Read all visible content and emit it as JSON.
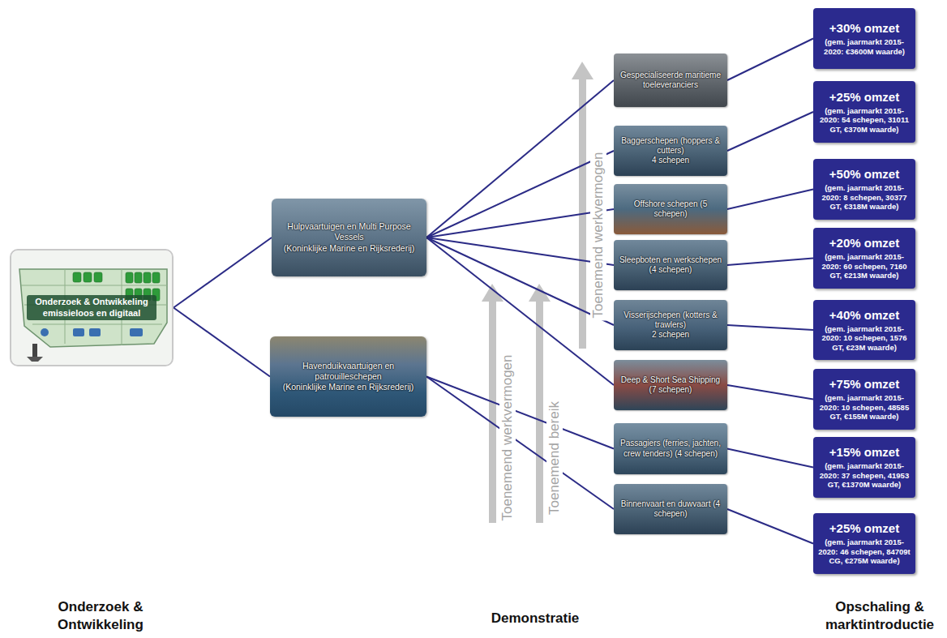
{
  "diagram": {
    "nodes": [
      {
        "text": [
          "Onderzoek & Ontwikkeling emissieloos en digitaal"
        ]
      },
      {
        "text": [
          "Hulpvaartuigen en Multi Purpose Vessels",
          "(Koninklijke Marine en Rijksrederij)"
        ]
      },
      {
        "text": [
          "Havenduikvaartuigen en patrouilleschepen",
          "(Koninklijke Marine en Rijksrederij)"
        ]
      },
      {
        "text": [
          "Gespecialiseerde maritieme toeleveranciers"
        ]
      },
      {
        "text": [
          "Baggerschepen (hoppers & cutters)",
          "4 schepen"
        ]
      },
      {
        "text": [
          "Offshore schepen (5 schepen)"
        ]
      },
      {
        "text": [
          "Sleepboten en werkschepen (4 schepen)"
        ]
      },
      {
        "text": [
          "Visserijschepen (kotters & trawlers)",
          "2 schepen"
        ]
      },
      {
        "text": [
          "Deep & Short Sea Shipping (7 schepen)"
        ]
      },
      {
        "text": [
          "Passagiers (ferries, jachten, crew tenders) (4 schepen)"
        ]
      },
      {
        "text": [
          "Binnenvaart en duwvaart (4 schepen)"
        ]
      },
      {
        "text": [
          "+30% omzet",
          "(gem. jaarmarkt 2015-2020: €3600M waarde)"
        ]
      },
      {
        "text": [
          "+25% omzet",
          "(gem. jaarmarkt 2015-2020: 54 schepen, 31011 GT, €370M waarde)"
        ]
      },
      {
        "text": [
          "+50% omzet",
          "(gem. jaarmarkt 2015-2020: 8 schepen, 30377 GT, €318M waarde)"
        ]
      },
      {
        "text": [
          "+20% omzet",
          "(gem. jaarmarkt 2015-2020: 60 schepen, 7160 GT, €213M waarde)"
        ]
      },
      {
        "text": [
          "+40% omzet",
          "(gem. jaarmarkt 2015-2020: 10 schepen, 1576 GT, €23M waarde)"
        ]
      },
      {
        "text": [
          "+75% omzet",
          "(gem. jaarmarkt 2015-2020: 10 schepen, 48585 GT, €155M waarde)"
        ]
      },
      {
        "text": [
          "+15% omzet",
          "(gem. jaarmarkt 2015-2020: 37 schepen, 41953 GT, €1370M waarde)"
        ]
      },
      {
        "text": [
          "+25% omzet",
          "(gem. jaarmarkt 2015-2020: 46 schepen, 84709t CG, €275M waarde)"
        ]
      }
    ],
    "edges": [
      {
        "from": 0,
        "to": 1,
        "arrow": "none"
      },
      {
        "from": 0,
        "to": 2,
        "arrow": "none"
      },
      {
        "from": 1,
        "to": 3,
        "arrow": "none"
      },
      {
        "from": 1,
        "to": 4,
        "arrow": "none"
      },
      {
        "from": 1,
        "to": 5,
        "arrow": "none"
      },
      {
        "from": 1,
        "to": 6,
        "arrow": "none"
      },
      {
        "from": 1,
        "to": 7,
        "arrow": "none"
      },
      {
        "from": 1,
        "to": 8,
        "arrow": "none"
      },
      {
        "from": 2,
        "to": 9,
        "arrow": "none"
      },
      {
        "from": 2,
        "to": 10,
        "arrow": "none"
      },
      {
        "from": 3,
        "to": 11,
        "arrow": "none"
      },
      {
        "from": 4,
        "to": 12,
        "arrow": "none"
      },
      {
        "from": 5,
        "to": 13,
        "arrow": "none"
      },
      {
        "from": 6,
        "to": 14,
        "arrow": "none"
      },
      {
        "from": 7,
        "to": 15,
        "arrow": "none"
      },
      {
        "from": 8,
        "to": 16,
        "arrow": "none"
      },
      {
        "from": 9,
        "to": 17,
        "arrow": "none"
      },
      {
        "from": 10,
        "to": 18,
        "arrow": "none"
      }
    ],
    "labels": [
      "Toenemend werkvermogen",
      "Toenemend bereik",
      "Toenemend werkvermogen",
      "Onderzoek & Ontwikkeling",
      "Demonstratie",
      "Opschaling & marktintroductie"
    ]
  }
}
